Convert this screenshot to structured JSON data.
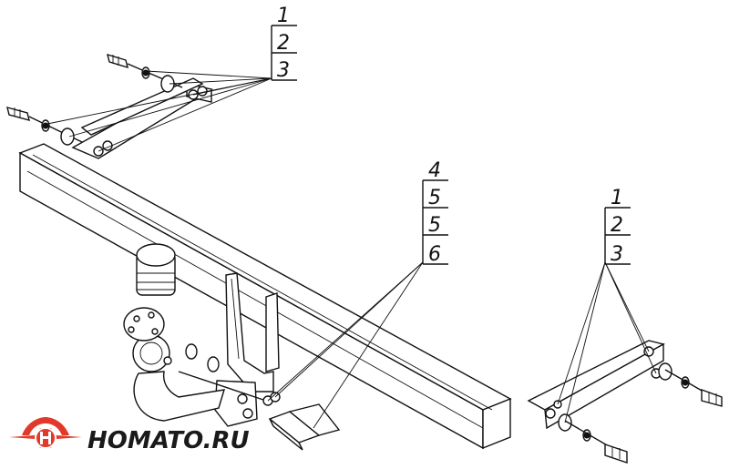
{
  "diagram": {
    "callouts_left": [
      "1",
      "2",
      "3"
    ],
    "callouts_center": [
      "4",
      "5",
      "5",
      "6"
    ],
    "callouts_right": [
      "1",
      "2",
      "3"
    ]
  },
  "brand": {
    "logo_text": "HOMATO.RU",
    "primary_color": "#e23a2a",
    "secondary_color": "#1a1a1a",
    "icon": "homato-logo-icon"
  }
}
